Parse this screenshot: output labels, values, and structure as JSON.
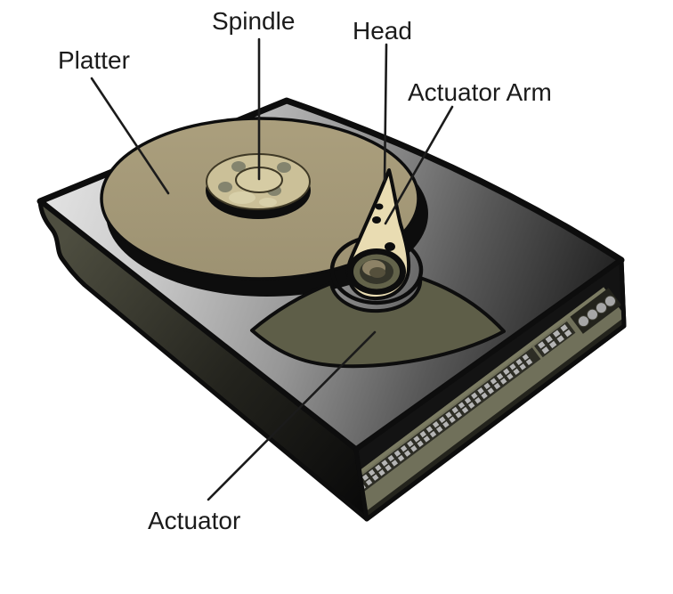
{
  "figure": {
    "type": "hard-disk-drive-diagram",
    "labels": {
      "platter": "Platter",
      "spindle": "Spindle",
      "head": "Head",
      "actuator_arm": "Actuator Arm",
      "actuator": "Actuator"
    },
    "colors": {
      "background": "#ffffff",
      "label_text": "#1b1b1b",
      "leader_line": "#1b1b1b",
      "outline": "#0d0d0d",
      "case_top_light": "#e3e3e3",
      "case_top_dark": "#232323",
      "case_side_left": "#4e4e40",
      "platter": "#a59a78",
      "spindle_hub": "#cbc098",
      "actuator_arm": "#e9dcb2",
      "actuator_wedge": "#5e5e48",
      "connector_olive": "#70705a",
      "connector_recess": "#2d2d25",
      "pin_gray": "#b4b4b4",
      "power_pin_gray": "#a6a6a6"
    }
  }
}
